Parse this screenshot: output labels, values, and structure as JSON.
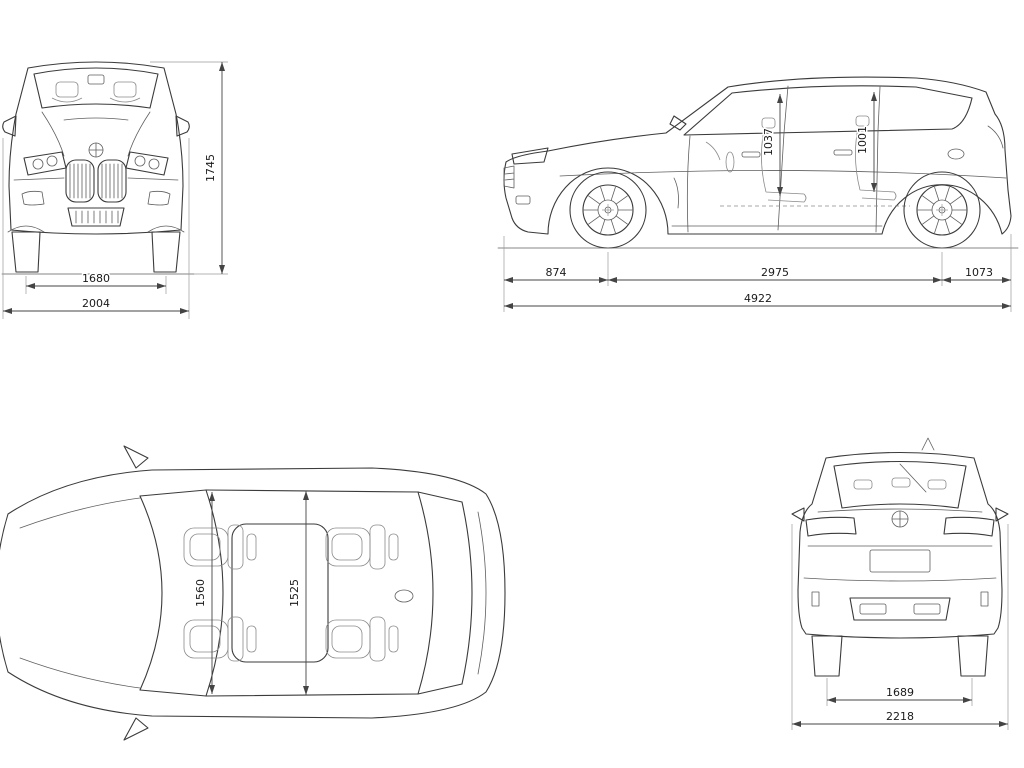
{
  "page": {
    "background": "#ffffff",
    "line_color": "#3b3b3b"
  },
  "logo": {
    "name": "bmw-roundel"
  },
  "views": {
    "front": {
      "label": "front-view",
      "dims": {
        "height": "1745",
        "track": "1680",
        "width": "2004"
      }
    },
    "side": {
      "label": "side-view",
      "dims": {
        "front_overhang": "874",
        "wheelbase": "2975",
        "rear_overhang": "1073",
        "length": "4922",
        "headroom_front": "1037",
        "headroom_rear": "1001"
      }
    },
    "top": {
      "label": "top-view",
      "dims": {
        "width_front": "1560",
        "width_rear": "1525"
      }
    },
    "rear": {
      "label": "rear-view",
      "dims": {
        "track": "1689",
        "width": "2218"
      }
    }
  }
}
